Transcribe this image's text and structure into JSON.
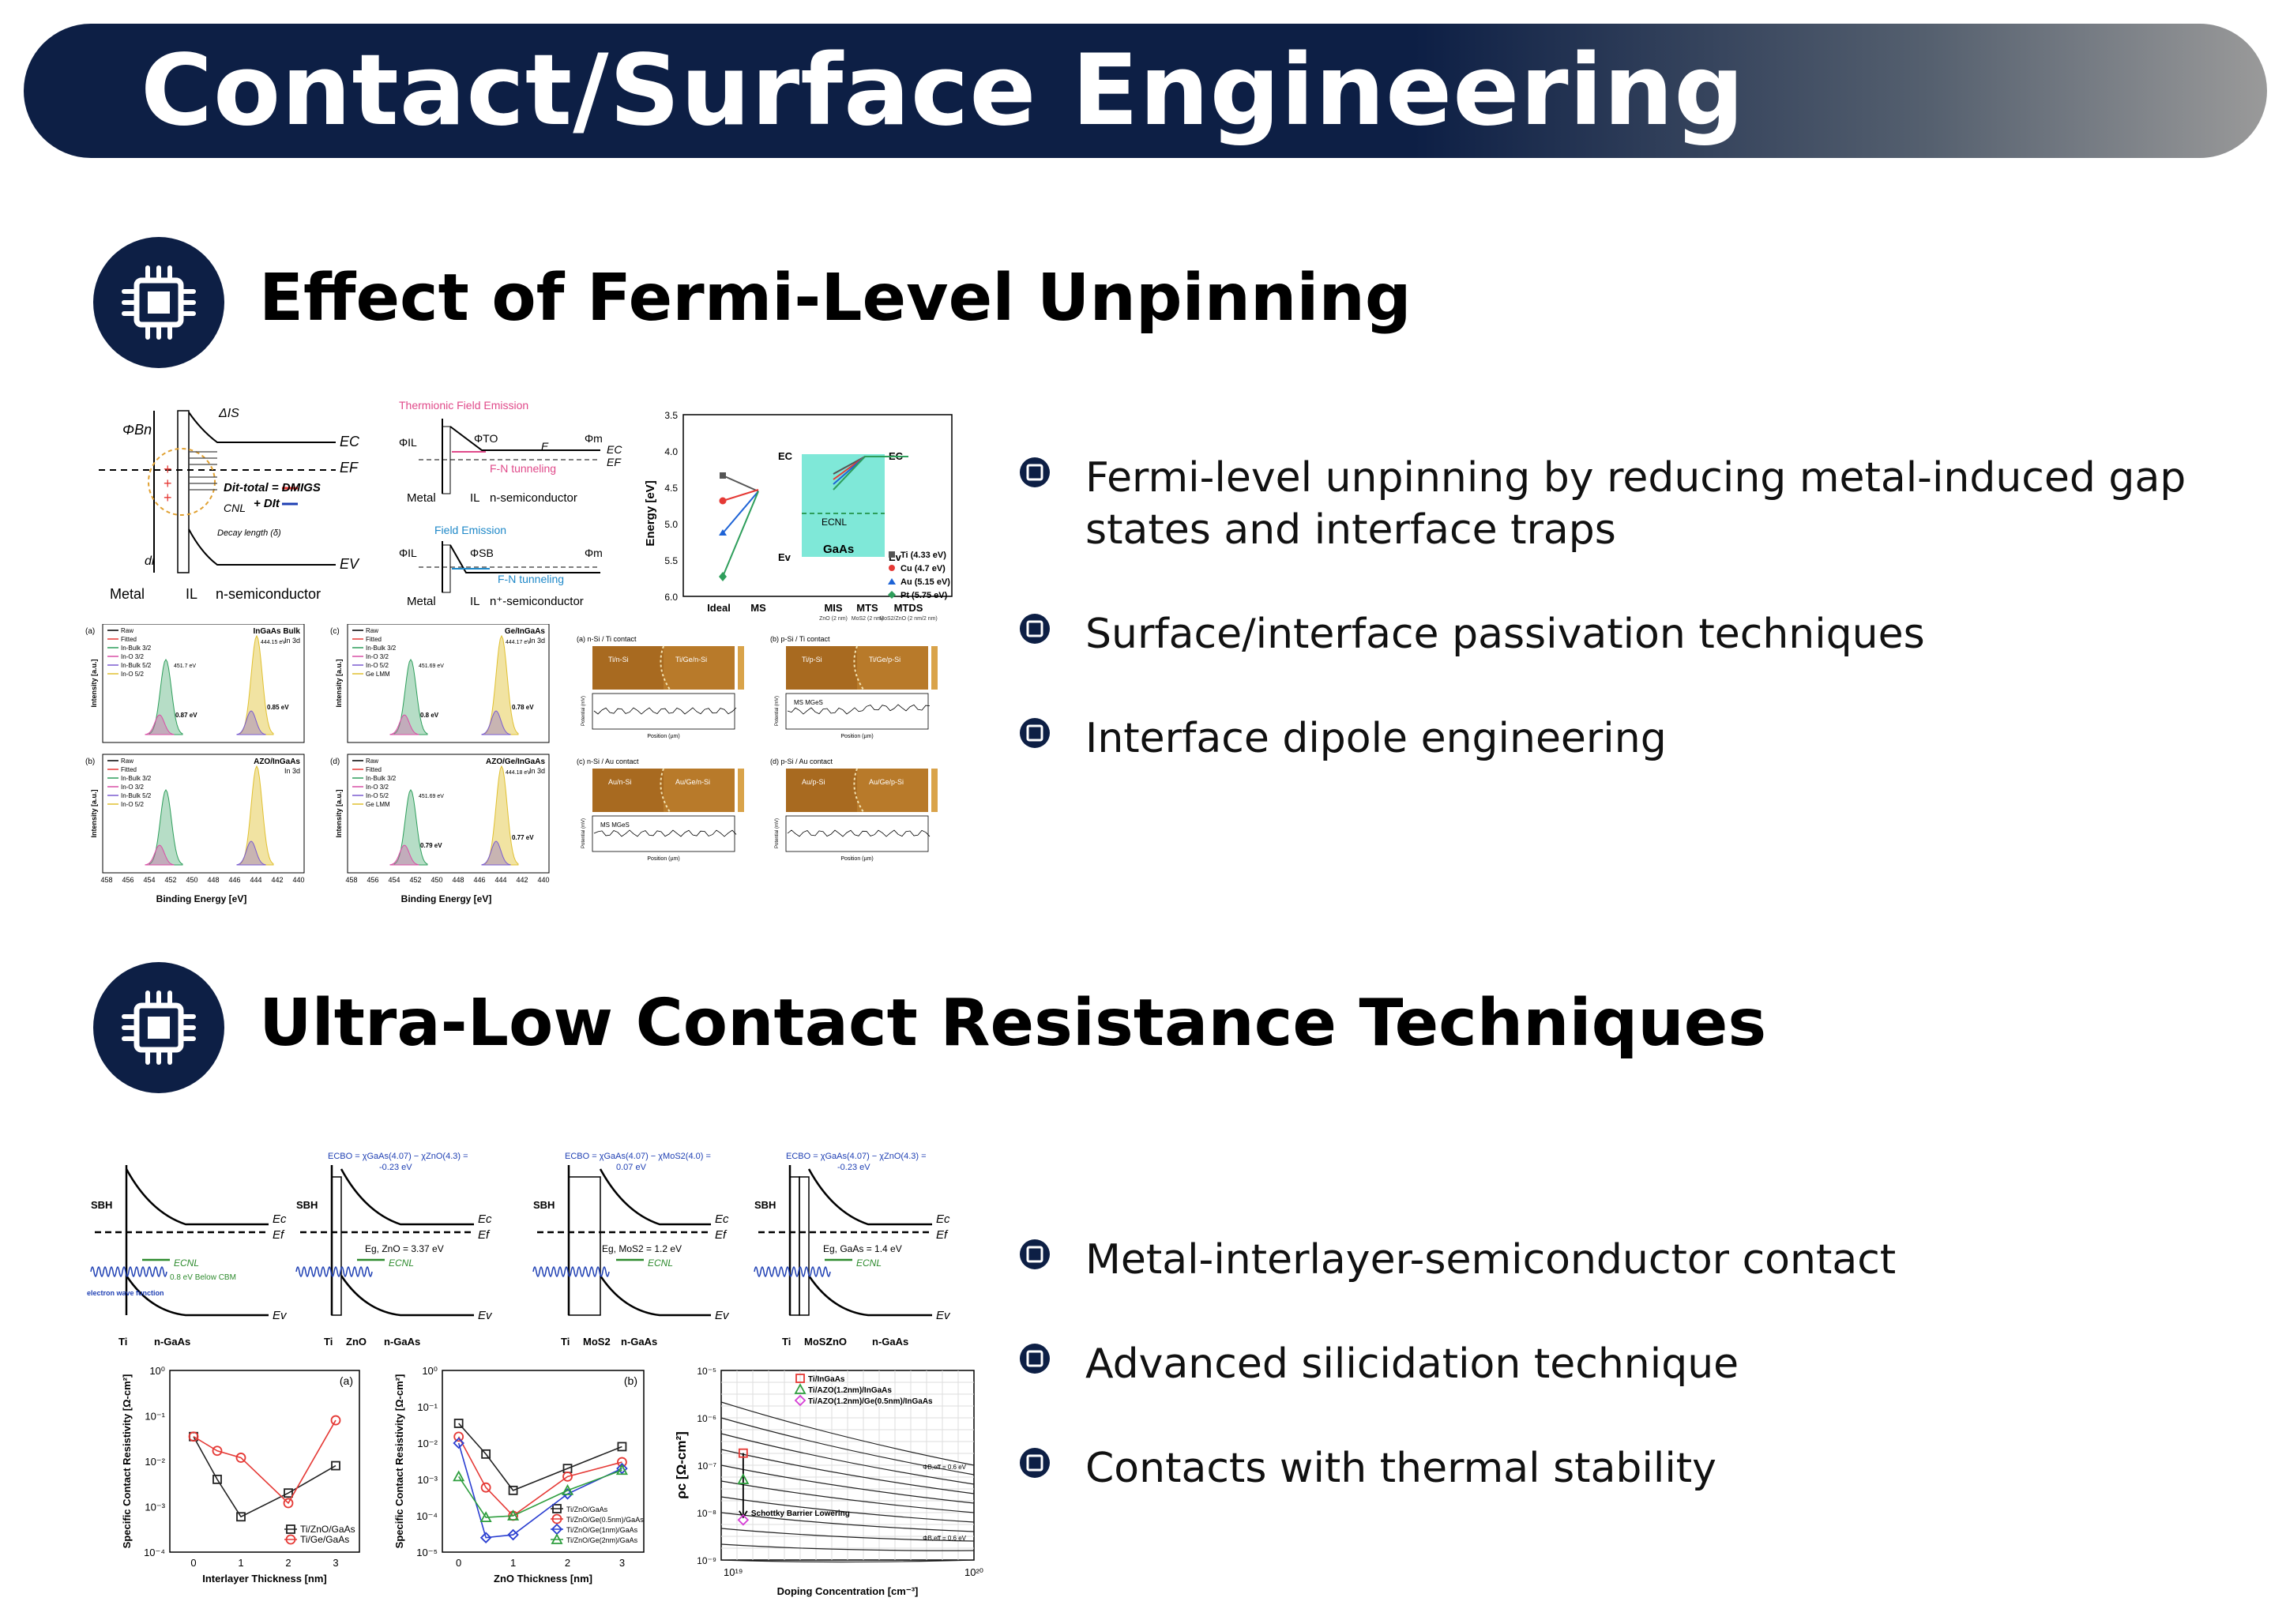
{
  "header": {
    "title": "Contact/Surface Engineering"
  },
  "sections": [
    {
      "title": "Effect of Fermi-Level Unpinning",
      "bullets": [
        "Fermi-level unpinning by reducing metal-induced gap states and interface traps",
        "Surface/interface passivation techniques",
        "Interface dipole engineering"
      ]
    },
    {
      "title": "Ultra-Low Contact Resistance Techniques",
      "bullets": [
        "Metal-interlayer-semiconductor contact",
        "Advanced silicidation technique",
        "Contacts with thermal stability"
      ]
    }
  ],
  "figures": {
    "band1": {
      "phi_bn": "ΦBn",
      "delta_is": "ΔIS",
      "ec": "EC",
      "ef": "EF",
      "ev": "EV",
      "dit": "Dit-total = DMIGS",
      "dit2": "+ DIt",
      "cnl": "CNL",
      "decay": "Decay length (δ)",
      "di": "di",
      "metal": "Metal",
      "il": "IL",
      "semi": "n-semiconductor"
    },
    "band2": {
      "tfe": "Thermionic Field Emission",
      "fe": "Field Emission",
      "fn": "F-N tunneling",
      "phi_il": "ΦIL",
      "phi_to": "ΦTO",
      "phi_m": "Φm",
      "phi_sb": "ΦSB",
      "e": "E",
      "ec": "EC",
      "ef": "EF",
      "metal": "Metal",
      "il": "IL",
      "semi": "n-semiconductor",
      "semi2": "n⁺-semiconductor"
    },
    "energy_plot": {
      "ylabel": "Energy [eV]",
      "yticks": [
        "3.5",
        "4.0",
        "4.5",
        "5.0",
        "5.5",
        "6.0"
      ],
      "xticks": [
        "Ideal",
        "MS",
        "MIS",
        "MTS",
        "MTDS"
      ],
      "sub_mis": "ZnO (2 nm)",
      "sub_mts": "MoS2 (2 nm)",
      "sub_mtds": "MoS2/ZnO (2 nm/2 nm)",
      "gaas": "GaAs",
      "ec": "EC",
      "ev": "Ev",
      "ecnl": "ECNL",
      "legend": [
        "Ti (4.33 eV)",
        "Cu (4.7 eV)",
        "Au (5.15 eV)",
        "Pt (5.75 eV)"
      ],
      "colors": [
        "#555555",
        "#e53935",
        "#1e63d6",
        "#2e9e5b"
      ]
    },
    "xps": {
      "panels": [
        {
          "tag": "(a)",
          "title": "InGaAs Bulk",
          "sub": "In 3d",
          "legend": [
            "Raw",
            "Fitted",
            "In-Bulk 3/2",
            "In-O 3/2",
            "In-Bulk 5/2",
            "In-O 5/2"
          ],
          "peak1": "451.7 eV",
          "peak2": "444.15 eV",
          "d1": "0.87 eV",
          "d2": "0.85 eV"
        },
        {
          "tag": "(c)",
          "title": "Ge/InGaAs",
          "sub": "In 3d",
          "legend": [
            "Raw",
            "Fitted",
            "In-Bulk 3/2",
            "In-O 3/2",
            "In-O 5/2",
            "Ge LMM"
          ],
          "peak1": "451.69 eV",
          "peak2": "444.17 eV",
          "d1": "0.8 eV",
          "d2": "0.78 eV"
        },
        {
          "tag": "(b)",
          "title": "AZO/InGaAs",
          "sub": "In 3d",
          "legend": [
            "Raw",
            "Fitted",
            "In-Bulk 3/2",
            "In-O 3/2",
            "In-Bulk 5/2",
            "In-O 5/2"
          ],
          "peak1": "",
          "peak2": "",
          "d1": "",
          "d2": ""
        },
        {
          "tag": "(d)",
          "title": "AZO/Ge/InGaAs",
          "sub": "In 3d",
          "legend": [
            "Raw",
            "Fitted",
            "In-Bulk 3/2",
            "In-O 3/2",
            "In-O 5/2",
            "Ge LMM"
          ],
          "peak1": "451.69 eV",
          "peak2": "444.18 eV",
          "d1": "0.79 eV",
          "d2": "0.77 eV"
        }
      ],
      "ylabel": "Intensity [a.u.]",
      "xlabel": "Binding Energy [eV]",
      "xticks": [
        "458",
        "456",
        "454",
        "452",
        "450",
        "448",
        "446",
        "444",
        "442",
        "440"
      ]
    },
    "kpfm": {
      "panels": [
        {
          "tag": "(a)",
          "title": "n-Si / Ti contact",
          "left": "Ti/n-Si",
          "right": "Ti/Ge/n-Si",
          "ann": ""
        },
        {
          "tag": "(b)",
          "title": "p-Si / Ti contact",
          "left": "Ti/p-Si",
          "right": "Ti/Ge/p-Si",
          "ann": "MS    MGeS"
        },
        {
          "tag": "(c)",
          "title": "n-Si / Au contact",
          "left": "Au/n-Si",
          "right": "Au/Ge/n-Si",
          "ann": "MS    MGeS"
        },
        {
          "tag": "(d)",
          "title": "p-Si / Au contact",
          "left": "Au/p-Si",
          "right": "Au/Ge/p-Si",
          "ann": ""
        }
      ],
      "ylabel": "Potential (mV)",
      "xlabel": "Position (µm)"
    },
    "band3": {
      "panels": [
        {
          "eq": "",
          "eq2": "",
          "sbh": "SBH",
          "eg": "",
          "labels": [
            "Ti",
            "n-GaAs"
          ],
          "note": "electron wave function",
          "cnl": "ECNL",
          "cnl_note": "0.8 eV Below CBM"
        },
        {
          "eq": "ECBO = χGaAs(4.07) − χZnO(4.3) =",
          "eq2": "-0.23 eV",
          "sbh": "SBH",
          "eg": "Eg, ZnO = 3.37 eV",
          "labels": [
            "Ti",
            "ZnO",
            "n-GaAs"
          ],
          "note": "",
          "cnl": "ECNL",
          "cnl_note": ""
        },
        {
          "eq": "ECBO = χGaAs(4.07) − χMoS2(4.0) =",
          "eq2": "0.07 eV",
          "sbh": "SBH",
          "eg": "Eg, MoS2 = 1.2 eV",
          "labels": [
            "Ti",
            "MoS2",
            "n-GaAs"
          ],
          "note": "",
          "cnl": "ECNL",
          "cnl_note": ""
        },
        {
          "eq": "ECBO = χGaAs(4.07) − χZnO(4.3) =",
          "eq2": "-0.23 eV",
          "sbh": "SBH",
          "eg": "Eg, GaAs = 1.4 eV",
          "labels": [
            "Ti",
            "MoS2",
            "ZnO",
            "n-GaAs"
          ],
          "note": "",
          "cnl": "ECNL",
          "cnl_note": ""
        }
      ],
      "ec": "Ec",
      "ef": "Ef",
      "ev": "Ev"
    }
  },
  "chart_data": [
    {
      "type": "line",
      "title": "(a)",
      "xlabel": "Interlayer Thickness [nm]",
      "ylabel": "Specific Contact Resistivity [Ω-cm²]",
      "x": [
        0,
        0.5,
        1,
        2,
        3
      ],
      "xlim": [
        -0.5,
        3.5
      ],
      "ylim_log10": [
        -4,
        0
      ],
      "y_ticks": [
        "10⁻⁴",
        "10⁻³",
        "10⁻²",
        "10⁻¹",
        "10⁰"
      ],
      "x_ticks": [
        "0",
        "1",
        "2",
        "3"
      ],
      "series": [
        {
          "name": "Ti/ZnO/GaAs",
          "color": "#222222",
          "marker": "square",
          "x": [
            0,
            0.5,
            1,
            2,
            3
          ],
          "y": [
            0.035,
            0.004,
            0.0006,
            0.002,
            0.008
          ]
        },
        {
          "name": "Ti/Ge/GaAs",
          "color": "#e53935",
          "marker": "circle",
          "x": [
            0,
            0.5,
            1,
            2,
            3
          ],
          "y": [
            0.035,
            0.017,
            0.012,
            0.0012,
            0.08
          ]
        }
      ]
    },
    {
      "type": "line",
      "title": "(b)",
      "xlabel": "ZnO Thickness [nm]",
      "ylabel": "Specific Contact Resistivity [Ω-cm²]",
      "x": [
        0,
        0.5,
        1,
        2,
        3
      ],
      "xlim": [
        -0.3,
        3.4
      ],
      "ylim_log10": [
        -5,
        0
      ],
      "y_ticks": [
        "10⁻⁵",
        "10⁻⁴",
        "10⁻³",
        "10⁻²",
        "10⁻¹",
        "10⁰"
      ],
      "x_ticks": [
        "0",
        "1",
        "2",
        "3"
      ],
      "series": [
        {
          "name": "Ti/ZnO/GaAs",
          "color": "#222222",
          "marker": "square",
          "x": [
            0,
            0.5,
            1,
            2,
            3
          ],
          "y": [
            0.035,
            0.005,
            0.0005,
            0.002,
            0.008
          ]
        },
        {
          "name": "Ti/ZnO/Ge(0.5nm)/GaAs",
          "color": "#e53935",
          "marker": "circle",
          "x": [
            0,
            0.5,
            1,
            2,
            3
          ],
          "y": [
            0.015,
            0.0006,
            0.0001,
            0.0012,
            0.003
          ]
        },
        {
          "name": "Ti/ZnO/Ge(1nm)/GaAs",
          "color": "#2b3fd1",
          "marker": "diamond",
          "x": [
            0,
            0.5,
            1,
            2,
            3
          ],
          "y": [
            0.01,
            2.5e-05,
            3e-05,
            0.0004,
            0.002
          ]
        },
        {
          "name": "Ti/ZnO/Ge(2nm)/GaAs",
          "color": "#2e9e3e",
          "marker": "triangle",
          "x": [
            0,
            0.5,
            1,
            2,
            3
          ],
          "y": [
            0.0012,
            9e-05,
            0.0001,
            0.0005,
            0.0018
          ]
        }
      ]
    },
    {
      "type": "line",
      "xlabel": "Doping Concentration [cm⁻³]",
      "ylabel": "ρc [Ω-cm²]",
      "xlim_log10": [
        18.95,
        20
      ],
      "ylim_log10": [
        -9,
        -5
      ],
      "x_ticks": [
        "10¹⁹",
        "10²⁰"
      ],
      "y_ticks": [
        "10⁻⁹",
        "10⁻⁸",
        "10⁻⁷",
        "10⁻⁶",
        "10⁻⁵"
      ],
      "annotation": "Schottky Barrier Lowering",
      "curve_labels": [
        "ΦB,eff = 0.6 eV",
        "ΦB,eff = 0.6 eV"
      ],
      "series": [
        {
          "name": "Ti/InGaAs",
          "color": "#e53935",
          "marker": "square",
          "x": [
            1.1e+19
          ],
          "y": [
            1.8e-07
          ]
        },
        {
          "name": "Ti/AZO(1.2nm)/InGaAs",
          "color": "#2e9e3e",
          "marker": "triangle",
          "x": [
            1.1e+19
          ],
          "y": [
            5e-08
          ]
        },
        {
          "name": "Ti/AZO(1.2nm)/Ge(0.5nm)/InGaAs",
          "color": "#d63fd6",
          "marker": "diamond",
          "x": [
            1.1e+19
          ],
          "y": [
            7e-09
          ]
        }
      ]
    }
  ]
}
